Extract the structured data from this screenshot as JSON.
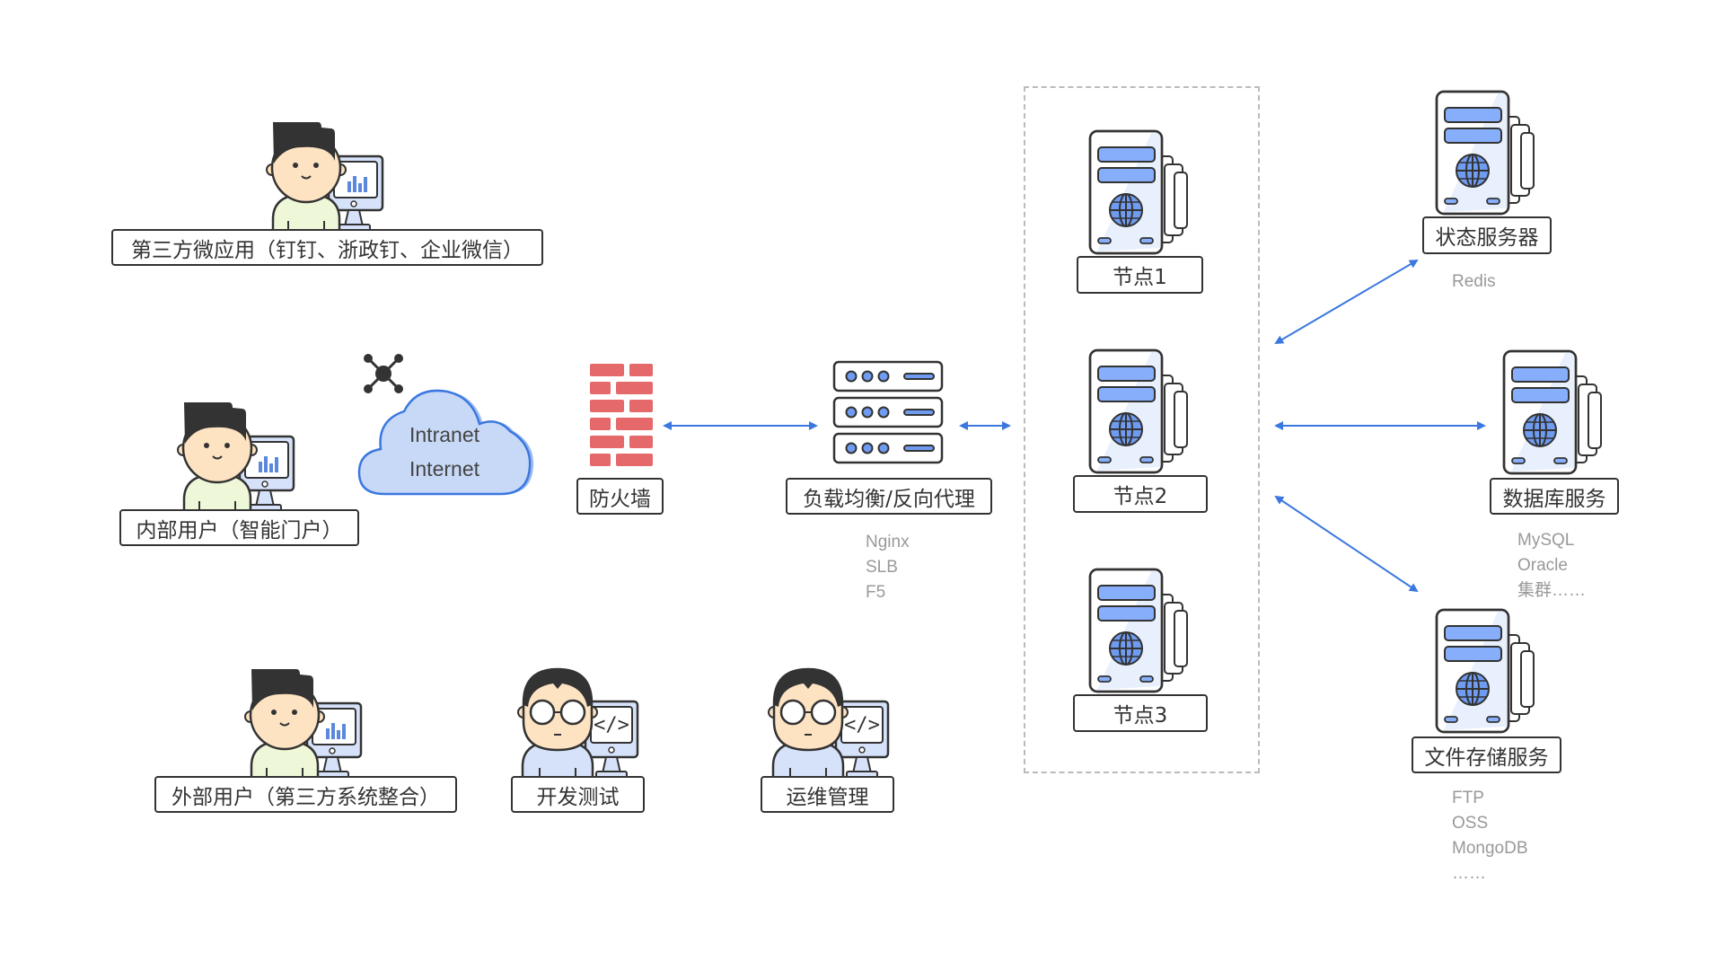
{
  "colors": {
    "accent": "#3a78e0",
    "stroke": "#333333",
    "firewall": "#e5686a",
    "server_fill": "#e9f0fd",
    "server_bar": "#86aefa",
    "cloud_fill": "#c8d9f7",
    "shirt_green": "#eef8d9",
    "shirt_blue": "#d6e2fa",
    "skin": "#fde3c2",
    "note_gray": "#999999"
  },
  "clients": [
    {
      "label": "第三方微应用（钉钉、浙政钉、企业微信）",
      "icon": "user-with-chart-monitor-icon"
    },
    {
      "label": "内部用户（智能门户）",
      "icon": "user-with-chart-monitor-icon"
    },
    {
      "label": "外部用户（第三方系统整合）",
      "icon": "user-with-chart-monitor-icon"
    },
    {
      "label": "开发测试",
      "icon": "developer-with-code-monitor-icon"
    },
    {
      "label": "运维管理",
      "icon": "developer-with-code-monitor-icon"
    }
  ],
  "network": {
    "cloud_lines": [
      "Intranet",
      "Internet"
    ],
    "cloud_icon": "network-hub-icon"
  },
  "firewall": {
    "label": "防火墙",
    "icon": "brick-wall-icon"
  },
  "load_balancer": {
    "label": "负载均衡/反向代理",
    "icon": "rack-server-icon",
    "notes": [
      "Nginx",
      "SLB",
      "F5"
    ]
  },
  "cluster": {
    "nodes": [
      {
        "label": "节点1"
      },
      {
        "label": "节点2"
      },
      {
        "label": "节点3"
      }
    ]
  },
  "backends": [
    {
      "label": "状态服务器",
      "notes": [
        "Redis"
      ]
    },
    {
      "label": "数据库服务",
      "notes": [
        "MySQL",
        "Oracle",
        "集群……"
      ]
    },
    {
      "label": "文件存储服务",
      "notes": [
        "FTP",
        "OSS",
        "MongoDB",
        "……"
      ]
    }
  ]
}
